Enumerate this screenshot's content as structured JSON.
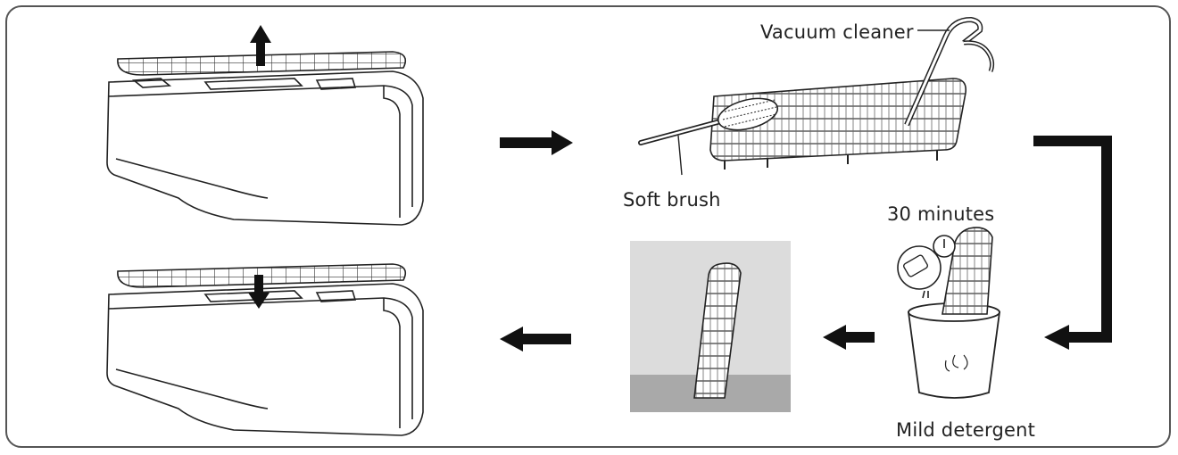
{
  "labels": {
    "vacuum_cleaner": "Vacuum cleaner",
    "soft_brush": "Soft brush",
    "soak_time": "30 minutes",
    "mild_detergent": "Mild detergent"
  },
  "colors": {
    "line": "#222222",
    "arrow": "#111111",
    "shade_light": "#dcdcdc",
    "shade_floor": "#a9a9a9"
  },
  "steps": [
    "remove-filter",
    "clean-with-brush-and-vacuum",
    "soak-in-detergent",
    "dry-in-shade",
    "reinsert-filter"
  ]
}
